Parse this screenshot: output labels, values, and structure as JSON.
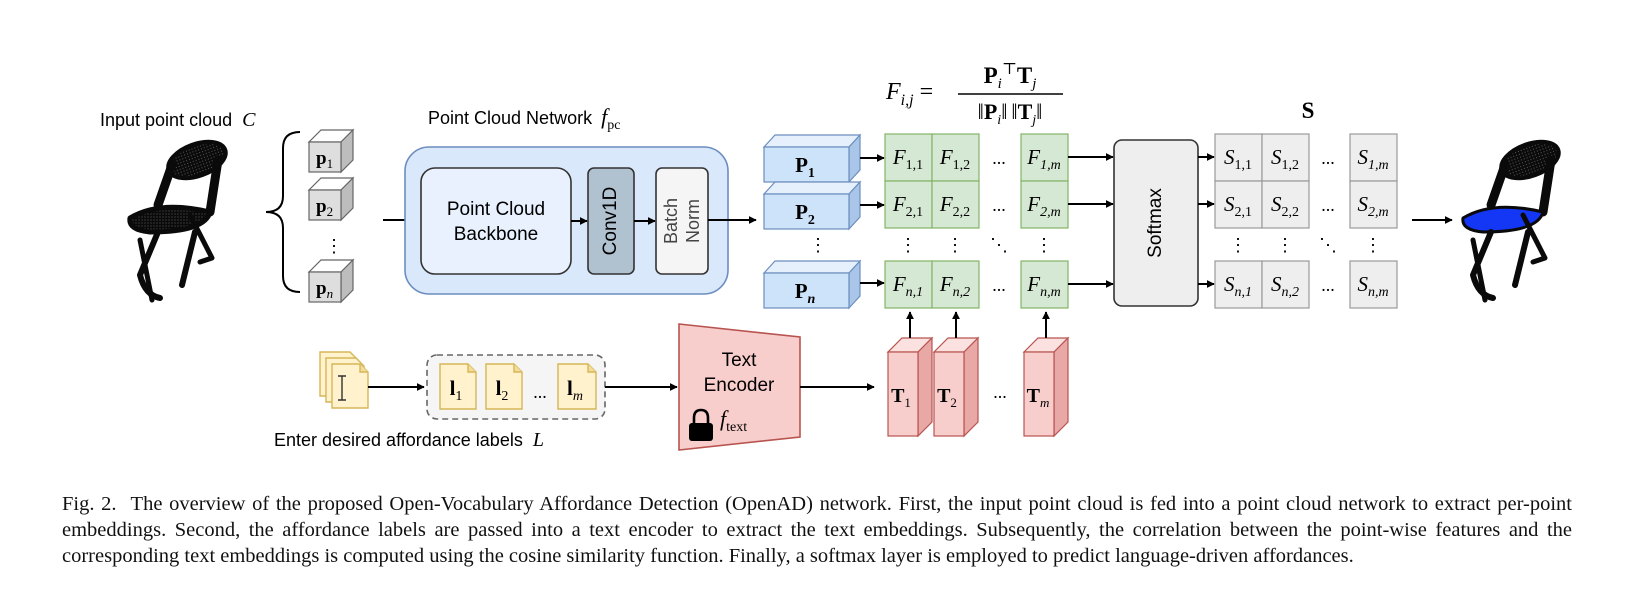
{
  "labels": {
    "input_point_cloud": "Input point cloud",
    "input_point_cloud_symbol": "C",
    "pcn_title": "Point Cloud Network",
    "pcn_symbol": "f",
    "pcn_symbol_sub": "pc",
    "backbone_line1": "Point Cloud",
    "backbone_line2": "Backbone",
    "conv1d": "Conv1D",
    "batchnorm_line1": "Batch",
    "batchnorm_line2": "Norm",
    "softmax": "Softmax",
    "text_encoder_line1": "Text",
    "text_encoder_line2": "Encoder",
    "text_encoder_symbol": "f",
    "text_encoder_symbol_sub": "text",
    "enter_labels": "Enter desired affordance labels",
    "enter_labels_symbol": "L",
    "similarity_matrix_symbol": "S",
    "ellipsis_h": "...",
    "ellipsis_v": "⋮",
    "ellipsis_d": "⋱"
  },
  "formula": {
    "lhs": "F",
    "lhs_sub": "i,j",
    "equals": "=",
    "numerator": "P",
    "numerator_sub1": "i",
    "numerator_sup": "⊤",
    "numerator_t": "T",
    "numerator_sub2": "j",
    "denominator": "‖P‖ ‖T‖",
    "den_p": "P",
    "den_p_sub": "i",
    "den_t": "T",
    "den_t_sub": "j",
    "norm_bar": "‖"
  },
  "points": [
    {
      "base": "p",
      "sub": "1"
    },
    {
      "base": "p",
      "sub": "2"
    },
    {
      "base": "p",
      "sub": "n"
    }
  ],
  "embeddings_p": [
    {
      "base": "P",
      "sub": "1"
    },
    {
      "base": "P",
      "sub": "2"
    },
    {
      "base": "P",
      "sub": "n"
    }
  ],
  "text_labels": [
    {
      "base": "l",
      "sub": "1"
    },
    {
      "base": "l",
      "sub": "2"
    },
    {
      "base": "l",
      "sub": "m"
    }
  ],
  "embeddings_t": [
    {
      "base": "T",
      "sub": "1"
    },
    {
      "base": "T",
      "sub": "2"
    },
    {
      "base": "T",
      "sub": "m"
    }
  ],
  "f_matrix": {
    "base": "F",
    "rows": [
      [
        "1,1",
        "1,2",
        "1,m"
      ],
      [
        "2,1",
        "2,2",
        "2,m"
      ],
      [
        "n,1",
        "n,2",
        "n,m"
      ]
    ]
  },
  "s_matrix": {
    "base": "S",
    "rows": [
      [
        "1,1",
        "1,2",
        "1,m"
      ],
      [
        "2,1",
        "2,2",
        "2,m"
      ],
      [
        "n,1",
        "n,2",
        "n,m"
      ]
    ]
  },
  "caption": {
    "fig": "Fig. 2.",
    "text": "The overview of the proposed Open-Vocabulary Affordance Detection (OpenAD) network. First, the input point cloud is fed into a point cloud network to extract per-point embeddings. Second, the affordance labels are passed into a text encoder to extract the text embeddings. Subsequently, the correlation between the point-wise features and the corresponding text embeddings is computed using the cosine similarity function. Finally, a softmax layer is employed to predict language-driven affordances."
  },
  "colors": {
    "network_fill": "#dae8fc",
    "network_stroke": "#6c8ebf",
    "backbone_fill": "#e8f1fd",
    "conv_fill": "#b0c2d0",
    "bn_fill": "#f5f5f5",
    "p_fill": "#cce3fa",
    "f_fill": "#d5e8d4",
    "f_stroke": "#82b366",
    "s_fill": "#eeeeee",
    "s_stroke": "#999999",
    "t_fill": "#f8cecc",
    "t_stroke": "#b85450",
    "label_fill": "#fff2cc",
    "label_stroke": "#d6b656",
    "highlight": "#1436f5"
  }
}
